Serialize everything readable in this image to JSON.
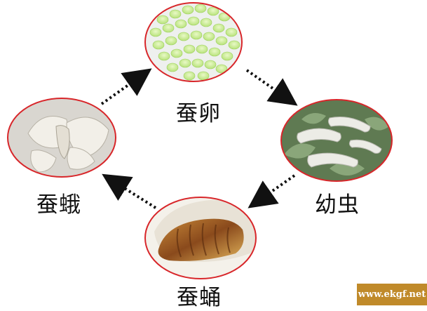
{
  "stages": {
    "egg": "蚕卵",
    "larva": "幼虫",
    "pupa": "蚕蛹",
    "moth": "蚕蛾"
  },
  "watermark": "www.ekgf.net",
  "colors": {
    "ring": "#d8262a",
    "arrow": "#111111",
    "egg": "#c9ef8e",
    "pupa": "#9b5a26",
    "watermark_bg": "#c08a2a"
  },
  "icons": [
    "silkworm-egg-photo",
    "larva-photo",
    "pupa-photo",
    "moth-photo"
  ]
}
